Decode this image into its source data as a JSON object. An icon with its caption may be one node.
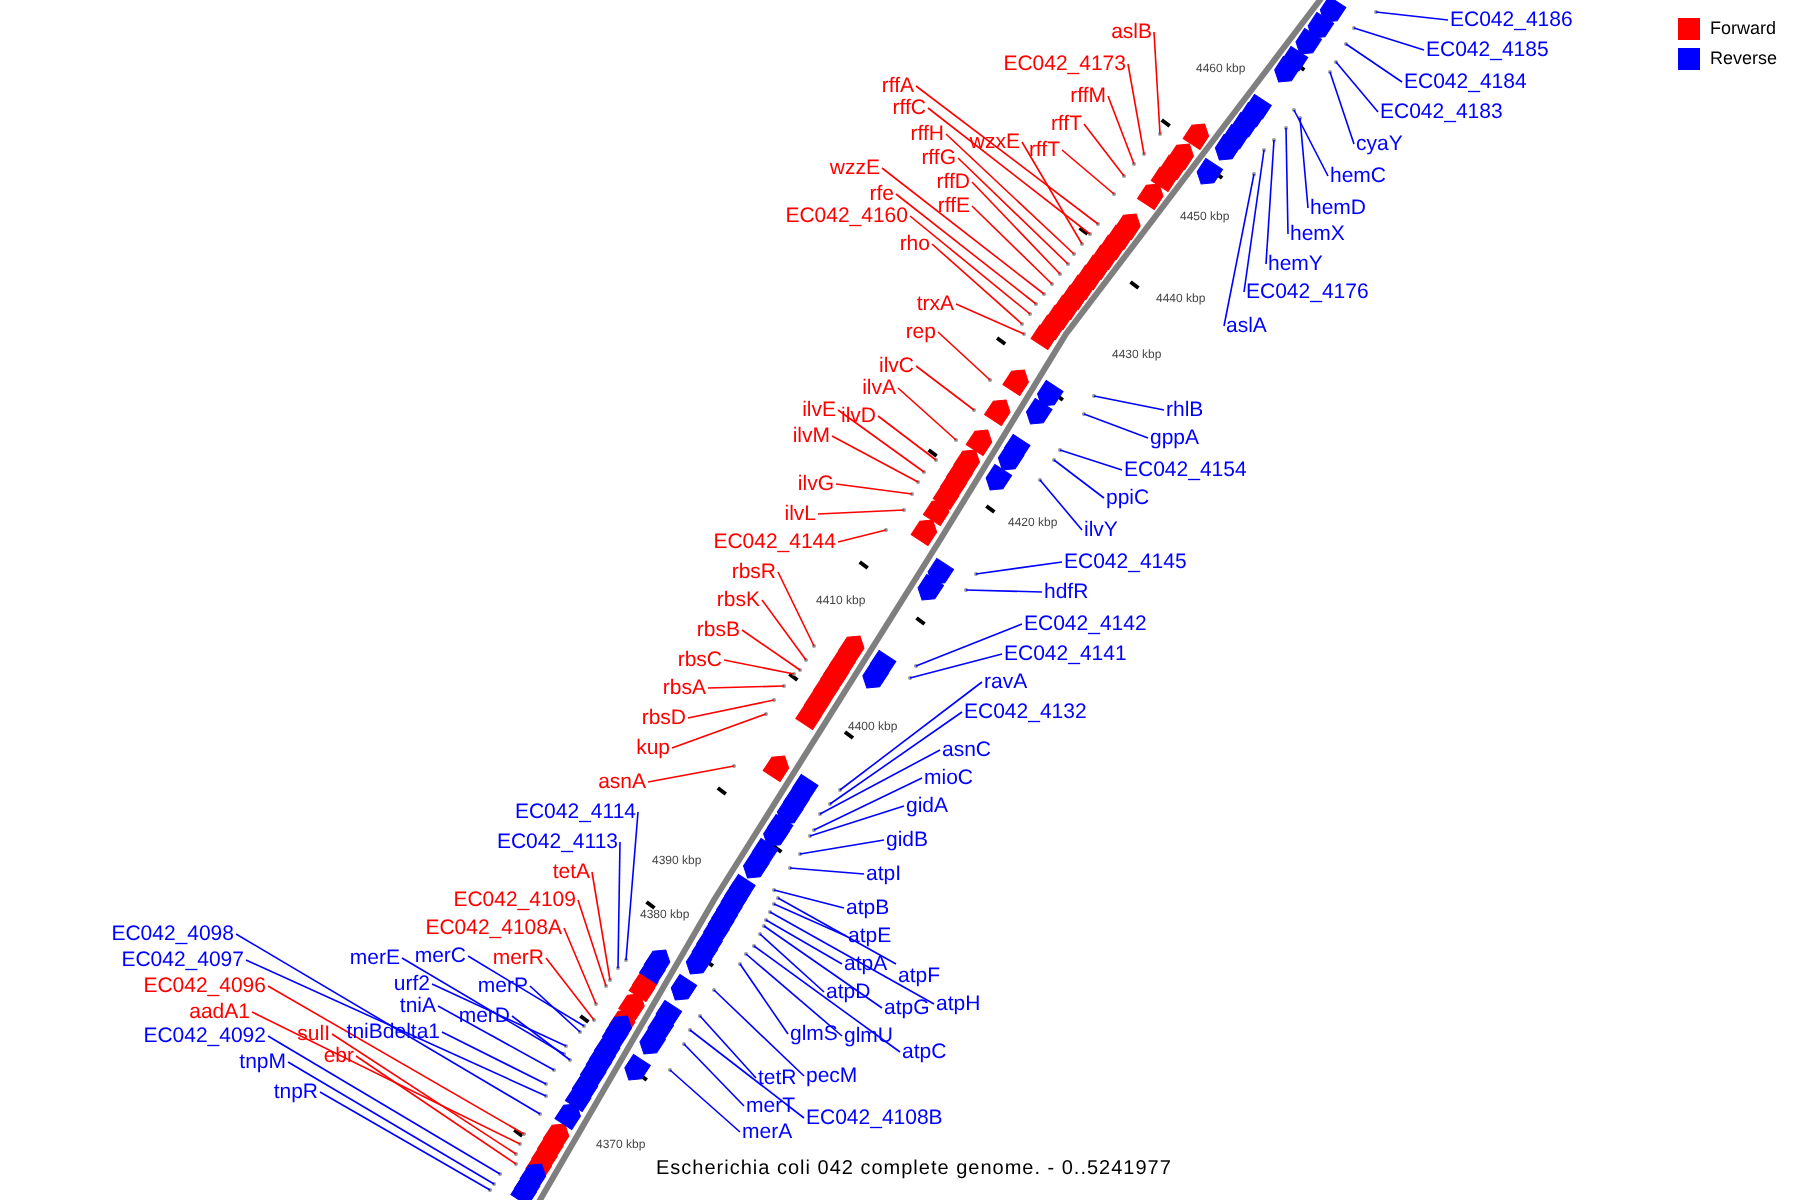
{
  "diagram": {
    "caption": "Escherichia coli 042 complete genome. - 0..5241977",
    "nodes": [
      {
        "text": [
          "aslB"
        ]
      },
      {
        "text": [
          "EC042_4173"
        ]
      },
      {
        "text": [
          "rffM"
        ]
      },
      {
        "text": [
          "rffT"
        ]
      },
      {
        "text": [
          "rffT"
        ]
      },
      {
        "text": [
          "rffA"
        ]
      },
      {
        "text": [
          "rffC"
        ]
      },
      {
        "text": [
          "wzxE"
        ]
      },
      {
        "text": [
          "rffH"
        ]
      },
      {
        "text": [
          "rffG"
        ]
      },
      {
        "text": [
          "rffD"
        ]
      },
      {
        "text": [
          "rffE"
        ]
      },
      {
        "text": [
          "wzzE"
        ]
      },
      {
        "text": [
          "rfe"
        ]
      },
      {
        "text": [
          "EC042_4160"
        ]
      },
      {
        "text": [
          "rho"
        ]
      },
      {
        "text": [
          "trxA"
        ]
      },
      {
        "text": [
          "rep"
        ]
      },
      {
        "text": [
          "ilvC"
        ]
      },
      {
        "text": [
          "ilvA"
        ]
      },
      {
        "text": [
          "ilvE"
        ]
      },
      {
        "text": [
          "ilvD"
        ]
      },
      {
        "text": [
          "ilvM"
        ]
      },
      {
        "text": [
          "ilvG"
        ]
      },
      {
        "text": [
          "ilvL"
        ]
      },
      {
        "text": [
          "EC042_4144"
        ]
      },
      {
        "text": [
          "rbsR"
        ]
      },
      {
        "text": [
          "rbsK"
        ]
      },
      {
        "text": [
          "rbsB"
        ]
      },
      {
        "text": [
          "rbsC"
        ]
      },
      {
        "text": [
          "rbsA"
        ]
      },
      {
        "text": [
          "rbsD"
        ]
      },
      {
        "text": [
          "kup"
        ]
      },
      {
        "text": [
          "asnA"
        ]
      },
      {
        "text": [
          "tetA"
        ]
      },
      {
        "text": [
          "EC042_4109"
        ]
      },
      {
        "text": [
          "EC042_4108A"
        ]
      },
      {
        "text": [
          "merR"
        ]
      },
      {
        "text": [
          "EC042_4096"
        ]
      },
      {
        "text": [
          "aadA1"
        ]
      },
      {
        "text": [
          "sulI"
        ]
      },
      {
        "text": [
          "ebr"
        ]
      },
      {
        "text": [
          "EC042_4114"
        ]
      },
      {
        "text": [
          "EC042_4113"
        ]
      },
      {
        "text": [
          "EC042_4098"
        ]
      },
      {
        "text": [
          "EC042_4097"
        ]
      },
      {
        "text": [
          "EC042_4092"
        ]
      },
      {
        "text": [
          "tnpM"
        ]
      },
      {
        "text": [
          "tnpR"
        ]
      },
      {
        "text": [
          "merE"
        ]
      },
      {
        "text": [
          "merC"
        ]
      },
      {
        "text": [
          "urf2"
        ]
      },
      {
        "text": [
          "merP"
        ]
      },
      {
        "text": [
          "tniA"
        ]
      },
      {
        "text": [
          "merD"
        ]
      },
      {
        "text": [
          "tniBdelta1"
        ]
      },
      {
        "text": [
          "EC042_4186"
        ]
      },
      {
        "text": [
          "EC042_4185"
        ]
      },
      {
        "text": [
          "EC042_4184"
        ]
      },
      {
        "text": [
          "EC042_4183"
        ]
      },
      {
        "text": [
          "cyaY"
        ]
      },
      {
        "text": [
          "hemC"
        ]
      },
      {
        "text": [
          "hemD"
        ]
      },
      {
        "text": [
          "hemX"
        ]
      },
      {
        "text": [
          "hemY"
        ]
      },
      {
        "text": [
          "EC042_4176"
        ]
      },
      {
        "text": [
          "aslA"
        ]
      },
      {
        "text": [
          "rhlB"
        ]
      },
      {
        "text": [
          "gppA"
        ]
      },
      {
        "text": [
          "EC042_4154"
        ]
      },
      {
        "text": [
          "ppiC"
        ]
      },
      {
        "text": [
          "ilvY"
        ]
      },
      {
        "text": [
          "EC042_4145"
        ]
      },
      {
        "text": [
          "hdfR"
        ]
      },
      {
        "text": [
          "EC042_4142"
        ]
      },
      {
        "text": [
          "EC042_4141"
        ]
      },
      {
        "text": [
          "ravA"
        ]
      },
      {
        "text": [
          "EC042_4132"
        ]
      },
      {
        "text": [
          "asnC"
        ]
      },
      {
        "text": [
          "mioC"
        ]
      },
      {
        "text": [
          "gidA"
        ]
      },
      {
        "text": [
          "gidB"
        ]
      },
      {
        "text": [
          "atpI"
        ]
      },
      {
        "text": [
          "atpB"
        ]
      },
      {
        "text": [
          "atpE"
        ]
      },
      {
        "text": [
          "atpF"
        ]
      },
      {
        "text": [
          "atpA"
        ]
      },
      {
        "text": [
          "atpH"
        ]
      },
      {
        "text": [
          "atpG"
        ]
      },
      {
        "text": [
          "atpD"
        ]
      },
      {
        "text": [
          "atpC"
        ]
      },
      {
        "text": [
          "glmS"
        ]
      },
      {
        "text": [
          "glmU"
        ]
      },
      {
        "text": [
          "tetR"
        ]
      },
      {
        "text": [
          "pecM"
        ]
      },
      {
        "text": [
          "merT"
        ]
      },
      {
        "text": [
          "EC042_4108B"
        ]
      },
      {
        "text": [
          "merA"
        ]
      }
    ],
    "edges": [
      {
        "from": 0,
        "to": null,
        "arrow": "none",
        "color": "#ff0000"
      },
      {
        "from": 1,
        "to": null,
        "arrow": "none",
        "color": "#ff0000"
      },
      {
        "from": 2,
        "to": null,
        "arrow": "none",
        "color": "#ff0000"
      },
      {
        "from": 3,
        "to": null,
        "arrow": "none",
        "color": "#ff0000"
      },
      {
        "from": 4,
        "to": null,
        "arrow": "none",
        "color": "#ff0000"
      },
      {
        "from": 5,
        "to": null,
        "arrow": "none",
        "color": "#ff0000"
      },
      {
        "from": 6,
        "to": null,
        "arrow": "none",
        "color": "#ff0000"
      },
      {
        "from": 7,
        "to": null,
        "arrow": "none",
        "color": "#ff0000"
      },
      {
        "from": 8,
        "to": null,
        "arrow": "none",
        "color": "#ff0000"
      },
      {
        "from": 9,
        "to": null,
        "arrow": "none",
        "color": "#ff0000"
      },
      {
        "from": 10,
        "to": null,
        "arrow": "none",
        "color": "#ff0000"
      },
      {
        "from": 11,
        "to": null,
        "arrow": "none",
        "color": "#ff0000"
      },
      {
        "from": 12,
        "to": null,
        "arrow": "none",
        "color": "#ff0000"
      },
      {
        "from": 13,
        "to": null,
        "arrow": "none",
        "color": "#ff0000"
      },
      {
        "from": 14,
        "to": null,
        "arrow": "none",
        "color": "#ff0000"
      },
      {
        "from": 15,
        "to": null,
        "arrow": "none",
        "color": "#ff0000"
      },
      {
        "from": 16,
        "to": null,
        "arrow": "none",
        "color": "#ff0000"
      },
      {
        "from": 17,
        "to": null,
        "arrow": "none",
        "color": "#ff0000"
      },
      {
        "from": 18,
        "to": null,
        "arrow": "none",
        "color": "#ff0000"
      },
      {
        "from": 19,
        "to": null,
        "arrow": "none",
        "color": "#ff0000"
      },
      {
        "from": 20,
        "to": null,
        "arrow": "none",
        "color": "#ff0000"
      },
      {
        "from": 21,
        "to": null,
        "arrow": "none",
        "color": "#ff0000"
      },
      {
        "from": 22,
        "to": null,
        "arrow": "none",
        "color": "#ff0000"
      },
      {
        "from": 23,
        "to": null,
        "arrow": "none",
        "color": "#ff0000"
      },
      {
        "from": 24,
        "to": null,
        "arrow": "none",
        "color": "#ff0000"
      },
      {
        "from": 25,
        "to": null,
        "arrow": "none",
        "color": "#ff0000"
      },
      {
        "from": 26,
        "to": null,
        "arrow": "none",
        "color": "#ff0000"
      },
      {
        "from": 27,
        "to": null,
        "arrow": "none",
        "color": "#ff0000"
      },
      {
        "from": 28,
        "to": null,
        "arrow": "none",
        "color": "#ff0000"
      },
      {
        "from": 29,
        "to": null,
        "arrow": "none",
        "color": "#ff0000"
      },
      {
        "from": 30,
        "to": null,
        "arrow": "none",
        "color": "#ff0000"
      },
      {
        "from": 31,
        "to": null,
        "arrow": "none",
        "color": "#ff0000"
      },
      {
        "from": 32,
        "to": null,
        "arrow": "none",
        "color": "#ff0000"
      },
      {
        "from": 33,
        "to": null,
        "arrow": "none",
        "color": "#ff0000"
      },
      {
        "from": 34,
        "to": null,
        "arrow": "none",
        "color": "#ff0000"
      },
      {
        "from": 35,
        "to": null,
        "arrow": "none",
        "color": "#ff0000"
      },
      {
        "from": 36,
        "to": null,
        "arrow": "none",
        "color": "#ff0000"
      },
      {
        "from": 37,
        "to": null,
        "arrow": "none",
        "color": "#ff0000"
      },
      {
        "from": 38,
        "to": null,
        "arrow": "none",
        "color": "#ff0000"
      },
      {
        "from": 39,
        "to": null,
        "arrow": "none",
        "color": "#ff0000"
      },
      {
        "from": 40,
        "to": null,
        "arrow": "none",
        "color": "#ff0000"
      },
      {
        "from": 41,
        "to": null,
        "arrow": "none",
        "color": "#ff0000"
      },
      {
        "from": 42,
        "to": null,
        "arrow": "none"
      },
      {
        "from": 43,
        "to": null,
        "arrow": "none"
      },
      {
        "from": 44,
        "to": null,
        "arrow": "none"
      },
      {
        "from": 45,
        "to": null,
        "arrow": "none"
      },
      {
        "from": 46,
        "to": null,
        "arrow": "none"
      },
      {
        "from": 47,
        "to": null,
        "arrow": "none"
      },
      {
        "from": 48,
        "to": null,
        "arrow": "none"
      },
      {
        "from": 49,
        "to": null,
        "arrow": "none"
      },
      {
        "from": 50,
        "to": null,
        "arrow": "none"
      },
      {
        "from": 51,
        "to": null,
        "arrow": "none"
      },
      {
        "from": 52,
        "to": null,
        "arrow": "none"
      },
      {
        "from": 53,
        "to": null,
        "arrow": "none"
      },
      {
        "from": 54,
        "to": null,
        "arrow": "none"
      },
      {
        "from": 55,
        "to": null,
        "arrow": "none"
      },
      {
        "from": 56,
        "to": null,
        "arrow": "none"
      },
      {
        "from": 57,
        "to": null,
        "arrow": "none"
      },
      {
        "from": 58,
        "to": null,
        "arrow": "none"
      },
      {
        "from": 59,
        "to": null,
        "arrow": "none"
      },
      {
        "from": 60,
        "to": null,
        "arrow": "none"
      },
      {
        "from": 61,
        "to": null,
        "arrow": "none"
      },
      {
        "from": 62,
        "to": null,
        "arrow": "none"
      },
      {
        "from": 63,
        "to": null,
        "arrow": "none"
      },
      {
        "from": 64,
        "to": null,
        "arrow": "none"
      },
      {
        "from": 65,
        "to": null,
        "arrow": "none"
      },
      {
        "from": 66,
        "to": null,
        "arrow": "none"
      },
      {
        "from": 67,
        "to": null,
        "arrow": "none"
      },
      {
        "from": 68,
        "to": null,
        "arrow": "none"
      },
      {
        "from": 69,
        "to": null,
        "arrow": "none"
      },
      {
        "from": 70,
        "to": null,
        "arrow": "none"
      },
      {
        "from": 71,
        "to": null,
        "arrow": "none"
      },
      {
        "from": 72,
        "to": null,
        "arrow": "none"
      },
      {
        "from": 73,
        "to": null,
        "arrow": "none"
      },
      {
        "from": 74,
        "to": null,
        "arrow": "none"
      },
      {
        "from": 75,
        "to": null,
        "arrow": "none"
      },
      {
        "from": 76,
        "to": null,
        "arrow": "none"
      },
      {
        "from": 77,
        "to": null,
        "arrow": "none"
      },
      {
        "from": 78,
        "to": null,
        "arrow": "none"
      },
      {
        "from": 79,
        "to": null,
        "arrow": "none"
      },
      {
        "from": 80,
        "to": null,
        "arrow": "none"
      },
      {
        "from": 81,
        "to": null,
        "arrow": "none"
      },
      {
        "from": 82,
        "to": null,
        "arrow": "none"
      },
      {
        "from": 83,
        "to": null,
        "arrow": "none"
      },
      {
        "from": 84,
        "to": null,
        "arrow": "none"
      },
      {
        "from": 85,
        "to": null,
        "arrow": "none"
      },
      {
        "from": 86,
        "to": null,
        "arrow": "none"
      },
      {
        "from": 87,
        "to": null,
        "arrow": "none"
      },
      {
        "from": 88,
        "to": null,
        "arrow": "none"
      },
      {
        "from": 89,
        "to": null,
        "arrow": "none"
      },
      {
        "from": 90,
        "to": null,
        "arrow": "none"
      },
      {
        "from": 91,
        "to": null,
        "arrow": "none"
      },
      {
        "from": 92,
        "to": null,
        "arrow": "none"
      },
      {
        "from": 93,
        "to": null,
        "arrow": "none"
      },
      {
        "from": 94,
        "to": null,
        "arrow": "none"
      },
      {
        "from": 95,
        "to": null,
        "arrow": "none"
      },
      {
        "from": 96,
        "to": null,
        "arrow": "none"
      },
      {
        "from": 97,
        "to": null,
        "arrow": "none"
      }
    ],
    "labels": [
      "4460 kbp",
      "4450 kbp",
      "4440 kbp",
      "4430 kbp",
      "4420 kbp",
      "4410 kbp",
      "4400 kbp",
      "4390 kbp",
      "4380 kbp",
      "4370 kbp"
    ],
    "legend": [
      {
        "text": "Forward",
        "color": "#ff0000"
      },
      {
        "text": "Reverse",
        "color": "#0000ff"
      }
    ]
  }
}
